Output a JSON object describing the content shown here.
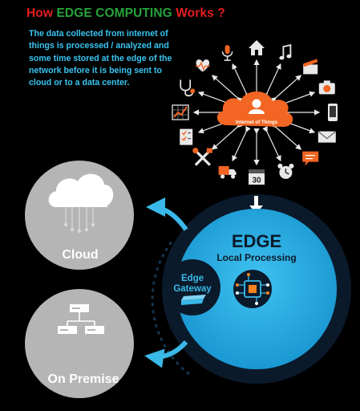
{
  "title": {
    "part1": "How ",
    "part2": "EDGE COMPUTING",
    "part3": " Works ?"
  },
  "description": "The data collected from internet of things is processed / analyzed and some time stored at the edge of the network before it is being sent to cloud or to a data center.",
  "iot_hub": {
    "label": "Internet of Things"
  },
  "edge": {
    "title": "EDGE",
    "subtitle": "Local Processing"
  },
  "gateway": {
    "line1": "Edge",
    "line2": "Gateway"
  },
  "cloud": {
    "label": "Cloud"
  },
  "on_premise": {
    "label": "On Premise"
  },
  "iot_icons": [
    "heart-pulse-icon",
    "microphone-icon",
    "home-icon",
    "music-note-icon",
    "clapperboard-icon",
    "camera-icon",
    "mobile-phone-icon",
    "envelope-icon",
    "chat-bubble-icon",
    "alarm-clock-icon",
    "calendar-icon",
    "delivery-truck-icon",
    "tools-icon",
    "checklist-icon",
    "chart-icon",
    "stethoscope-icon"
  ],
  "calendar_day": "30",
  "colors": {
    "accent_blue": "#2ab0e4",
    "title_red": "#e41e1e",
    "title_green": "#25a33a",
    "iot_orange": "#f26522",
    "grey_circle": "#b5b5b5",
    "dark_navy": "#0b1a2b"
  }
}
